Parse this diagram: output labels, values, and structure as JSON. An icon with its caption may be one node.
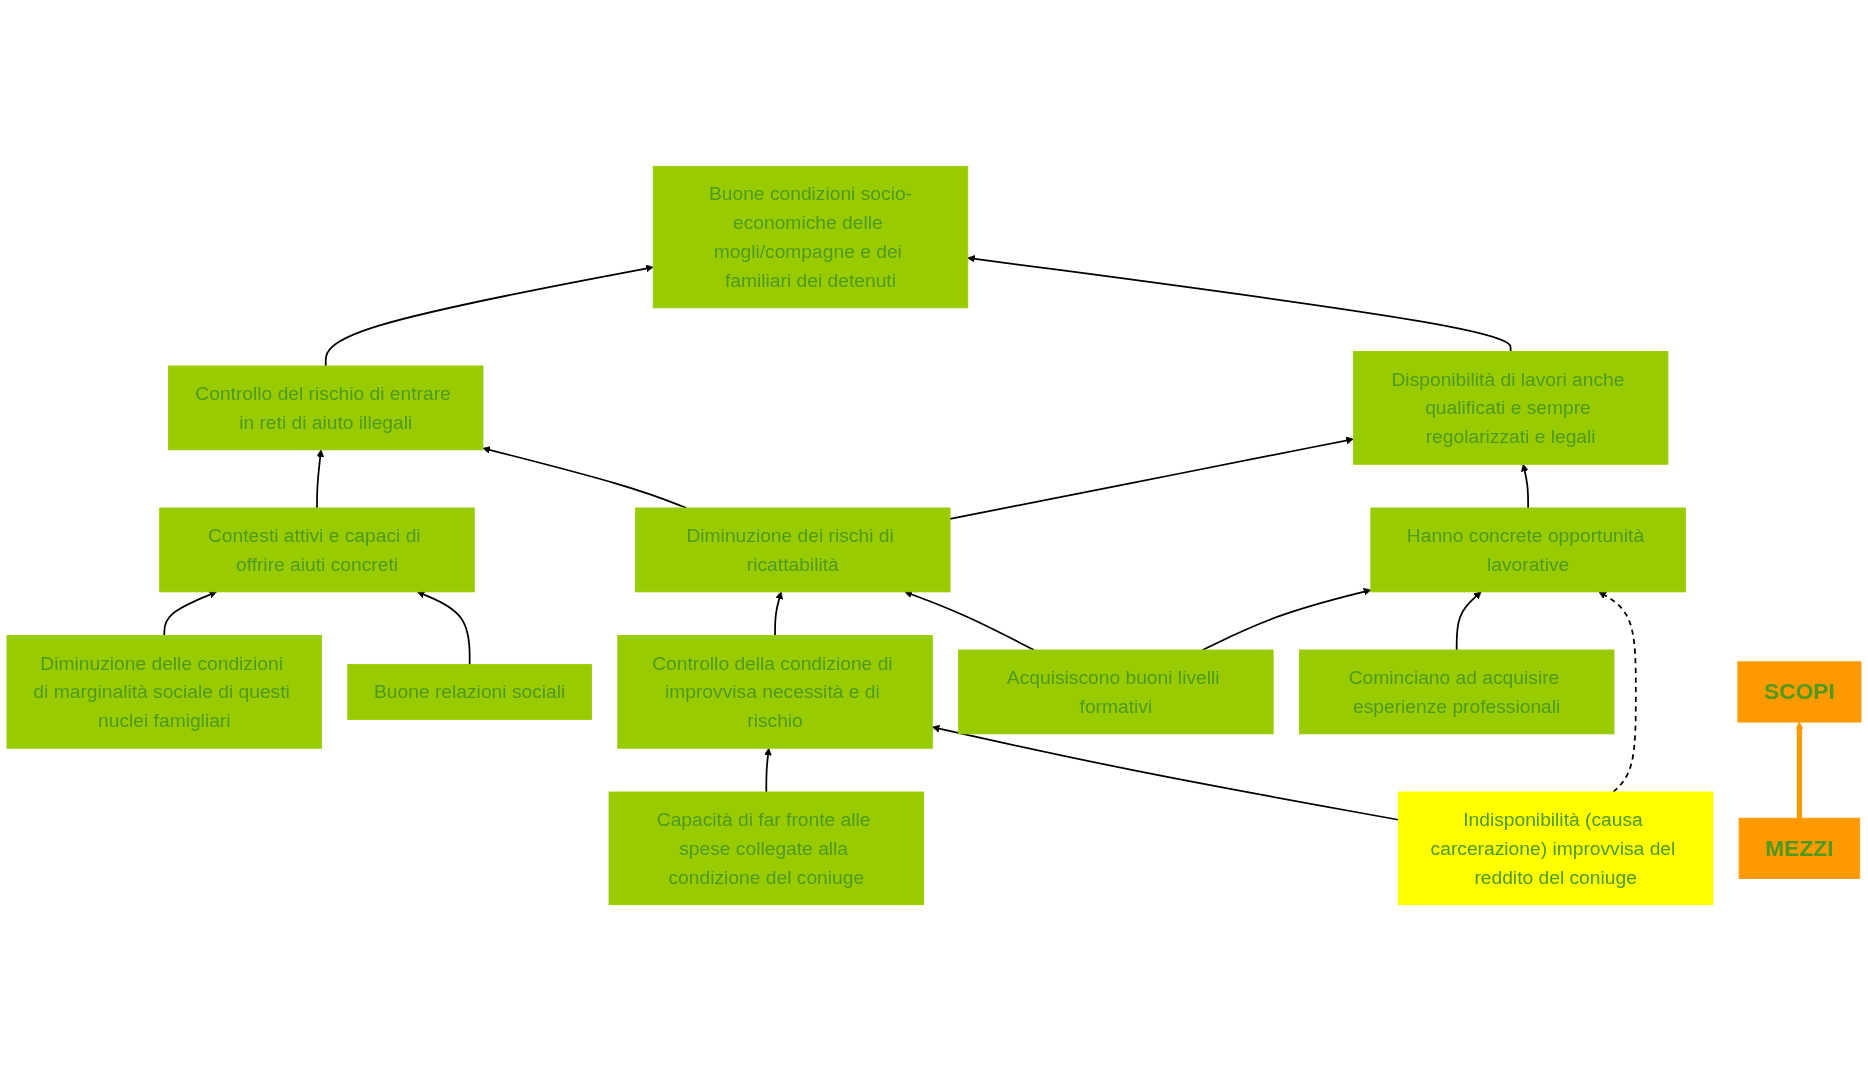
{
  "diagram": {
    "nodes": [
      {
        "text": [
          "Buone condizioni socio-economiche delle mogli/compagne e dei familiari dei detenuti"
        ]
      },
      {
        "text": [
          "Controllo del rischio di entrare in reti di aiuto illegali"
        ]
      },
      {
        "text": [
          "Disponibilità di lavori anche qualificati e sempre regolarizzati e legali"
        ]
      },
      {
        "text": [
          "Contesti attivi e capaci di offrire aiuti concreti"
        ]
      },
      {
        "text": [
          "Diminuzione dei rischi di ricattabilità"
        ]
      },
      {
        "text": [
          "Hanno concrete opportunità lavorative"
        ]
      },
      {
        "text": [
          "Diminuzione delle condizioni di marginalità sociale di questi nuclei famigliari"
        ]
      },
      {
        "text": [
          "Buone relazioni sociali"
        ]
      },
      {
        "text": [
          "Controllo della condizione di improvvisa necessità e di rischio"
        ]
      },
      {
        "text": [
          "Acquisiscono buoni livelli formativi"
        ]
      },
      {
        "text": [
          "Cominciano ad acquisire esperienze professionali"
        ]
      },
      {
        "text": [
          "Indisponibilità (causa carcerazione) improvvisa del reddito del coniuge"
        ]
      },
      {
        "text": [
          "Capacità di far fronte alle spese collegate alla condizione del coniuge"
        ]
      },
      {
        "text": [
          "SCOPI"
        ]
      },
      {
        "text": [
          "MEZZI"
        ]
      }
    ],
    "edges": [
      {
        "from": 1,
        "to": 0,
        "arrow": "to"
      },
      {
        "from": 2,
        "to": 0,
        "arrow": "to"
      },
      {
        "from": 3,
        "to": 1,
        "arrow": "to"
      },
      {
        "from": 4,
        "to": 1,
        "arrow": "to"
      },
      {
        "from": 4,
        "to": 2,
        "arrow": "to"
      },
      {
        "from": 5,
        "to": 2,
        "arrow": "to"
      },
      {
        "from": 6,
        "to": 3,
        "arrow": "to"
      },
      {
        "from": 7,
        "to": 3,
        "arrow": "to"
      },
      {
        "from": 8,
        "to": 4,
        "arrow": "to"
      },
      {
        "from": 9,
        "to": 4,
        "arrow": "to"
      },
      {
        "from": 9,
        "to": 5,
        "arrow": "to"
      },
      {
        "from": 10,
        "to": 5,
        "arrow": "to"
      },
      {
        "from": 11,
        "to": 8,
        "arrow": "to"
      },
      {
        "from": 12,
        "to": 8,
        "arrow": "to"
      },
      {
        "from": 11,
        "to": 5,
        "arrow": "to",
        "style": "dashed"
      },
      {
        "from": 14,
        "to": 13,
        "arrow": "to",
        "style": "thick",
        "color": "#ff9900"
      }
    ]
  }
}
